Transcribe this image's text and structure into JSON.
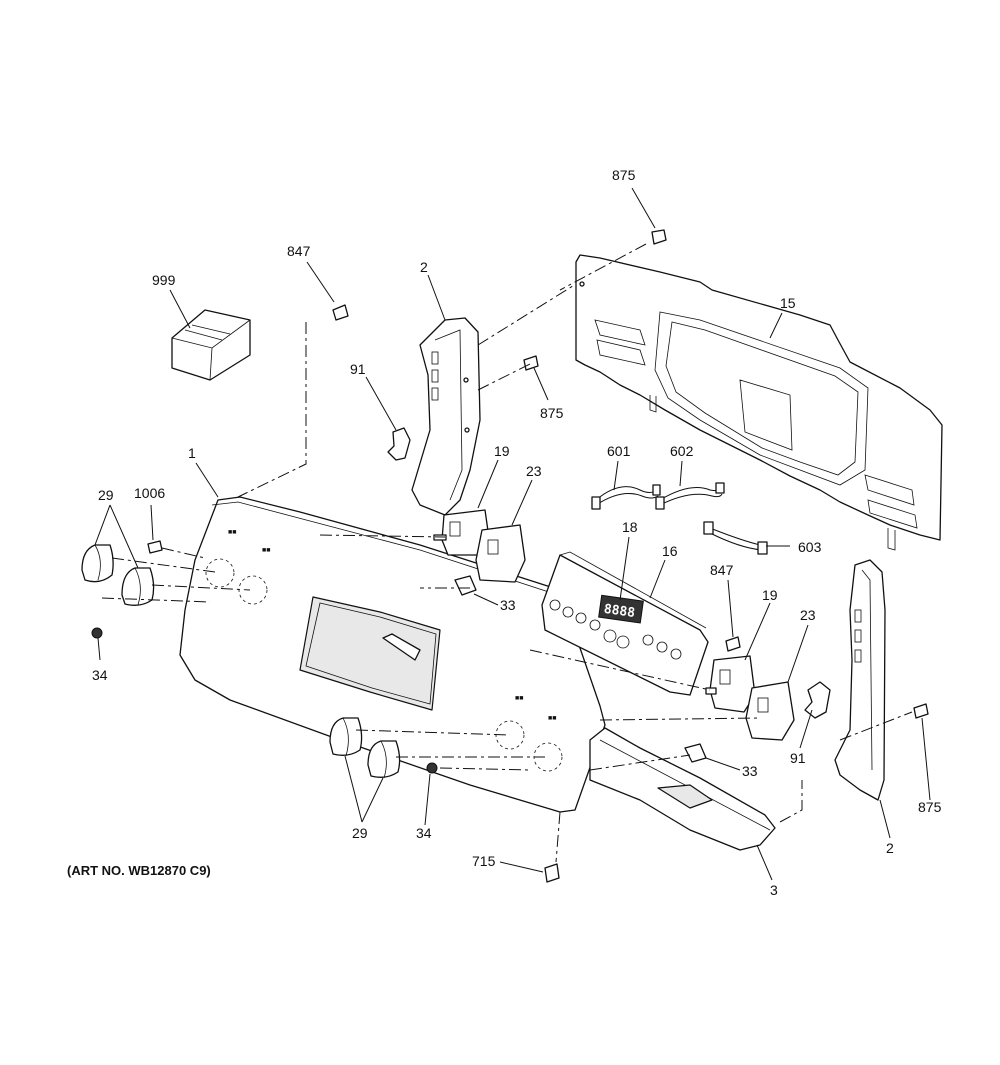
{
  "diagram": {
    "art_number": "(ART NO. WB12870 C9)",
    "display_digits": "8888",
    "callouts": {
      "c875_top": "875",
      "c847_left": "847",
      "c999": "999",
      "c2_left": "2",
      "c15": "15",
      "c91_left": "91",
      "c875_mid": "875",
      "c1": "1",
      "c19_left": "19",
      "c23_left": "23",
      "c601": "601",
      "c602": "602",
      "c29_top": "29",
      "c1006": "1006",
      "c18": "18",
      "c16": "16",
      "c603": "603",
      "c33_left": "33",
      "c847_right": "847",
      "c19_right": "19",
      "c23_right": "23",
      "c34_left": "34",
      "c91_right": "91",
      "c33_right": "33",
      "c875_right": "875",
      "c29_bottom": "29",
      "c34_bottom": "34",
      "c2_right": "2",
      "c715": "715",
      "c3": "3"
    }
  }
}
